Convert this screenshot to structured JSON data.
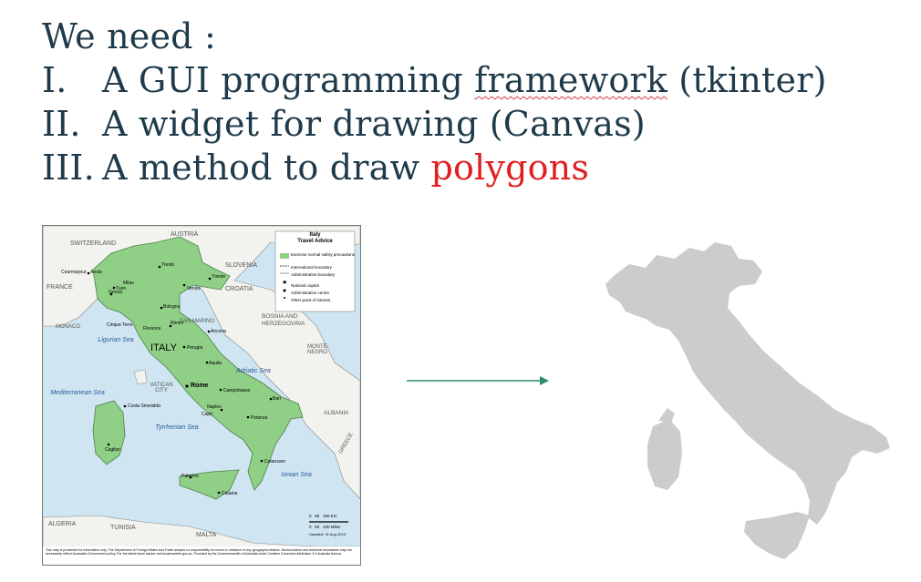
{
  "heading": {
    "intro": "We need :",
    "items": [
      {
        "num": "I.",
        "pre": "A GUI programming ",
        "mid": "framework",
        "post": " (tkinter)"
      },
      {
        "num": "II.",
        "pre": "A widget for drawing (Canvas)",
        "mid": "",
        "post": ""
      },
      {
        "num": "III.",
        "pre": "A method to draw ",
        "mid": "polygons",
        "post": ""
      }
    ]
  },
  "map": {
    "legend_title": "Italy",
    "legend_subtitle": "Travel Advice",
    "legend_items": [
      "Exercise normal safety precautions",
      "International boundary",
      "Administrative boundary",
      "National capital",
      "Administrative centre",
      "Other point of interest"
    ],
    "country_labels": {
      "austria": "AUSTRIA",
      "switzerland": "SWITZERLAND",
      "france": "FRANCE",
      "slovenia": "SLOVENIA",
      "croatia": "CROATIA",
      "san_marino": "SAN MARINO",
      "bosnia": "BOSNIA AND",
      "herzegovina": "HERZEGOVINA",
      "monaco": "MONACO",
      "montenegro": "MONTE-NEGRO",
      "vatican": "VATICAN CITY",
      "albania": "ALBANIA",
      "greece": "GREECE",
      "algeria": "ALGERIA",
      "tunisia": "TUNISIA",
      "malta": "MALTA",
      "italy": "ITALY"
    },
    "sea_labels": {
      "ligurian": "Ligurian Sea",
      "adriatic": "Adriatic Sea",
      "mediterranean": "Mediterranean Sea",
      "tyrrhenian": "Tyrrhenian Sea",
      "ionian": "Ionian Sea"
    },
    "cities": [
      "Courmayeur",
      "Aosta",
      "Turin",
      "Milan",
      "Trento",
      "Venice",
      "Trieste",
      "Genoa",
      "Bologna",
      "Cinque Terre",
      "Florence",
      "Rimini",
      "Ancona",
      "Perugia",
      "Aquila",
      "Rome",
      "Campobasso",
      "Bari",
      "Naples",
      "Capri",
      "Potenza",
      "Costa Smeralda",
      "Cagliari",
      "Catanzaro",
      "Palermo",
      "Catania"
    ],
    "scale": {
      "label1": "0   80   160 Km",
      "label2": "0   50   100 Miles",
      "updated": "Updated: 31 Aug 2015"
    },
    "footnote": "This map is presented for information only. The Department of Foreign Affairs and Trade accepts no responsibility for errors or omission of any geographic feature. Nomenclature and territorial boundaries may not necessarily reflect Australian Government policy. For the latest travel advice visit smartraveller.gov.au. Provided by the Commonwealth of Australia under Creative Commons Attribution 3.0 Australia licence."
  },
  "colors": {
    "heading": "#1f3a4a",
    "accent_red": "#e02020",
    "arrow": "#2e8b70",
    "italy_green": "#8fcf86",
    "silhouette": "#cccccc"
  }
}
